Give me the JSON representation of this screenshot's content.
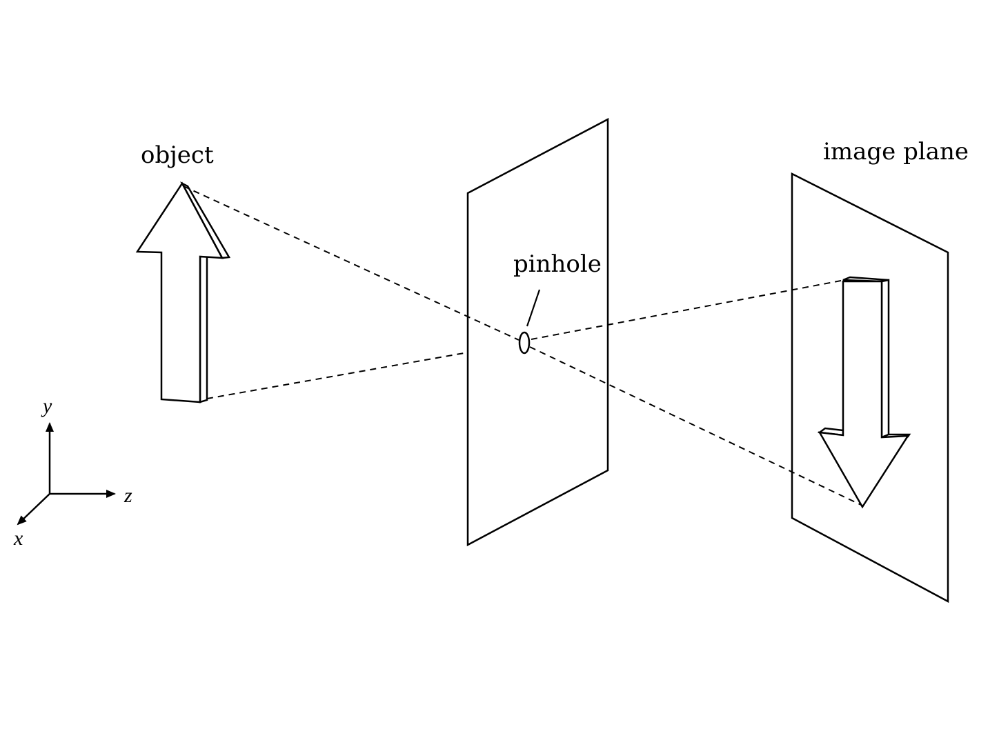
{
  "labels": {
    "object": "object",
    "pinhole": "pinhole",
    "image_plane": "image plane"
  },
  "axes": {
    "x": "x",
    "y": "y",
    "z": "z"
  },
  "colors": {
    "line": "#000000",
    "background": "#ffffff"
  }
}
